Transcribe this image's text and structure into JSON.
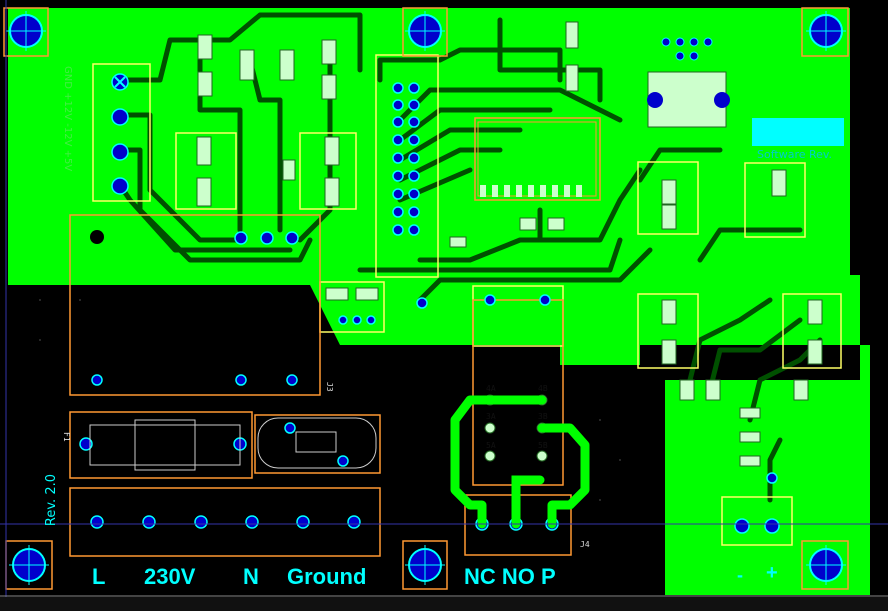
{
  "colors": {
    "background": "#000000",
    "copper": "#00ff00",
    "outline": "#ff9933",
    "silkscreen": "#ffff66",
    "pad": "#0000cc",
    "text": "#00ffff",
    "trace": "#004400"
  },
  "labels": {
    "mains_l": "L",
    "mains_230v": "230V",
    "mains_n": "N",
    "mains_ground": "Ground",
    "relay_out": "NC NO P",
    "dc_minus": "-",
    "dc_plus": "+",
    "revision": "Rev. 2.0",
    "software_rev": "Software Rev.",
    "power_rails": "GND +12V -12V +5V",
    "fuse_ref": "F1",
    "conn_j3": "J3",
    "conn_j4": "J4",
    "relay_pins": [
      "4A",
      "4B",
      "3A",
      "3B",
      "5A",
      "5B"
    ]
  }
}
